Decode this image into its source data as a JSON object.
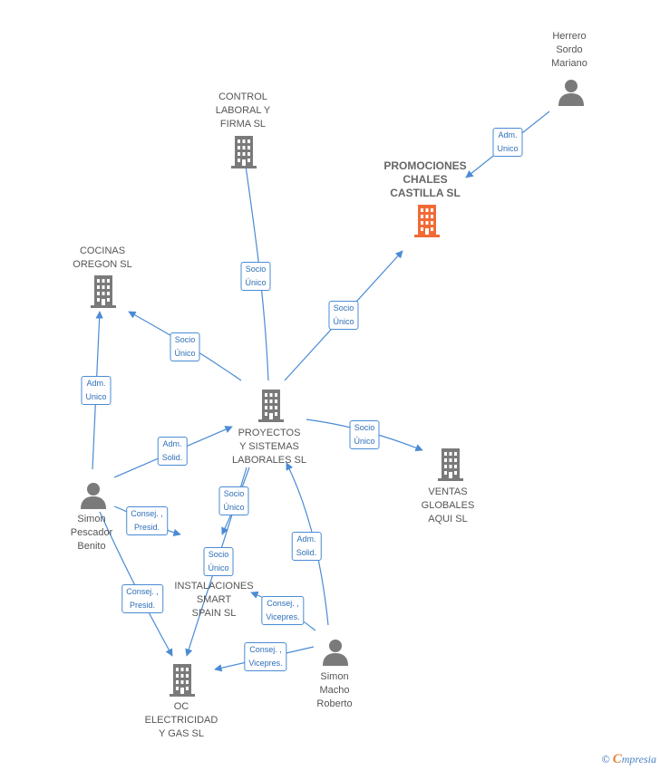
{
  "colors": {
    "edge": "#4a8bd4",
    "building": "#7a7a7a",
    "building_focus": "#f26a35",
    "person": "#7a7a7a"
  },
  "nodes": {
    "herrero": {
      "label": "Herrero\nSordo\nMariano",
      "icon": "person-icon"
    },
    "promociones": {
      "label": "PROMOCIONES\nCHALES\nCASTILLA  SL",
      "icon": "building-icon"
    },
    "control": {
      "label": "CONTROL\nLABORAL Y\nFIRMA  SL",
      "icon": "building-icon"
    },
    "cocinas": {
      "label": "COCINAS\nOREGON  SL",
      "icon": "building-icon"
    },
    "proyectos": {
      "label": "PROYECTOS\nY SISTEMAS\nLABORALES  SL",
      "icon": "building-icon"
    },
    "ventas": {
      "label": "VENTAS\nGLOBALES\nAQUI  SL",
      "icon": "building-icon"
    },
    "simon_pescador": {
      "label": "Simon\nPescador\nBenito",
      "icon": "person-icon"
    },
    "instalaciones": {
      "label": "INSTALACIONES\nSMART\nSPAIN  SL",
      "icon": "building-icon"
    },
    "simon_macho": {
      "label": "Simon\nMacho\nRoberto",
      "icon": "person-icon"
    },
    "oc": {
      "label": "OC\nELECTRICIDAD\nY GAS  SL",
      "icon": "building-icon"
    }
  },
  "edges": [
    {
      "id": "herrero-promociones",
      "label": "Adm.\nUnico"
    },
    {
      "id": "proyectos-control",
      "label": "Socio\nÚnico"
    },
    {
      "id": "proyectos-promociones",
      "label": "Socio\nÚnico"
    },
    {
      "id": "proyectos-cocinas",
      "label": "Socio\nÚnico"
    },
    {
      "id": "pescador-cocinas",
      "label": "Adm.\nUnico"
    },
    {
      "id": "proyectos-ventas",
      "label": "Socio\nÚnico"
    },
    {
      "id": "pescador-proyectos",
      "label": "Adm.\nSolid."
    },
    {
      "id": "proyectos-instalaciones",
      "label": "Socio\nÚnico"
    },
    {
      "id": "pescador-instalaciones",
      "label": "Consej. ,\nPresid."
    },
    {
      "id": "proyectos-oc",
      "label": "Socio\nÚnico"
    },
    {
      "id": "pescador-oc",
      "label": "Consej. ,\nPresid."
    },
    {
      "id": "macho-proyectos",
      "label": "Adm.\nSolid."
    },
    {
      "id": "macho-instalaciones",
      "label": "Consej. ,\nVicepres."
    },
    {
      "id": "macho-oc",
      "label": "Consej. ,\nVicepres."
    }
  ],
  "watermark": {
    "copyright": "©",
    "brand_initial": "C",
    "brand_rest": "mpresia"
  }
}
